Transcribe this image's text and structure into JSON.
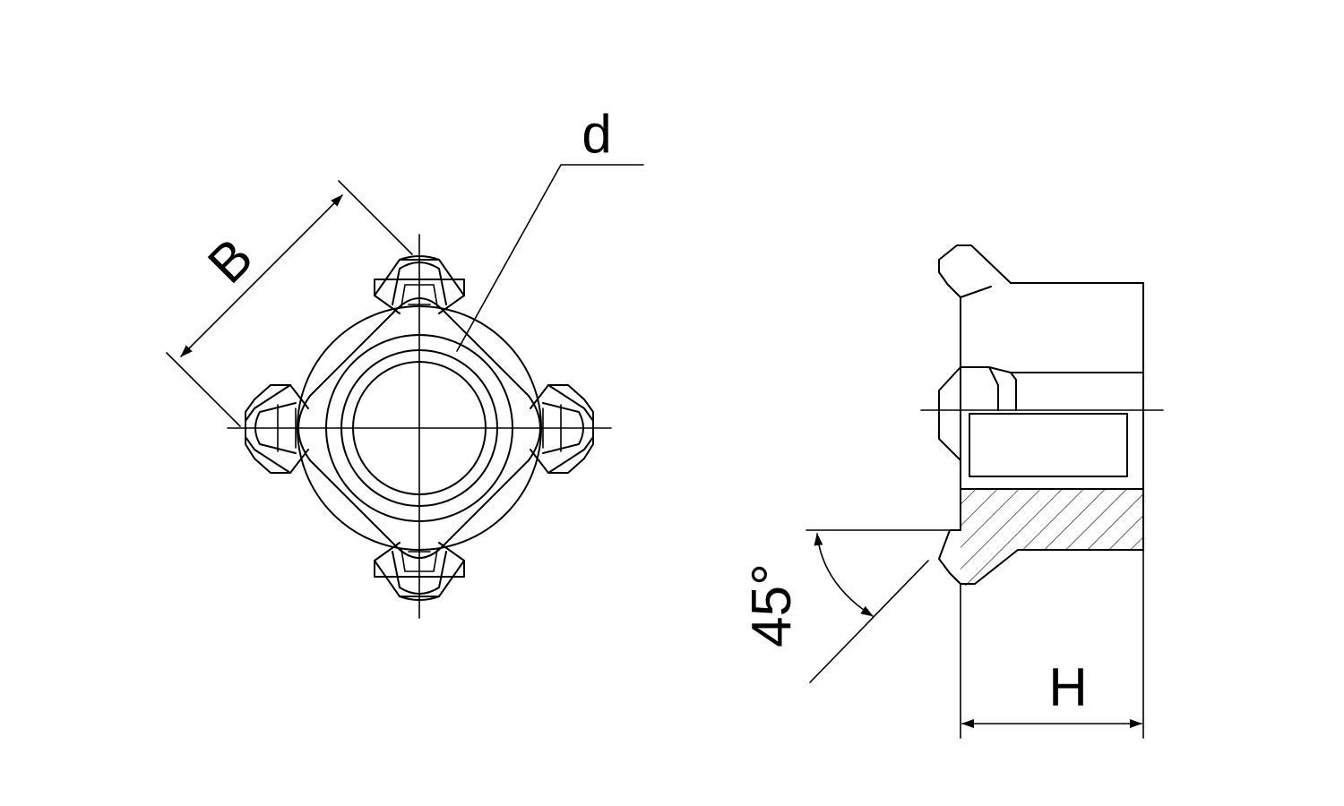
{
  "labels": {
    "width_across_flats": "B",
    "thread_diameter": "d",
    "height": "H",
    "chamfer_angle": "45°"
  },
  "colors": {
    "line": "#000000",
    "background": "#ffffff"
  }
}
